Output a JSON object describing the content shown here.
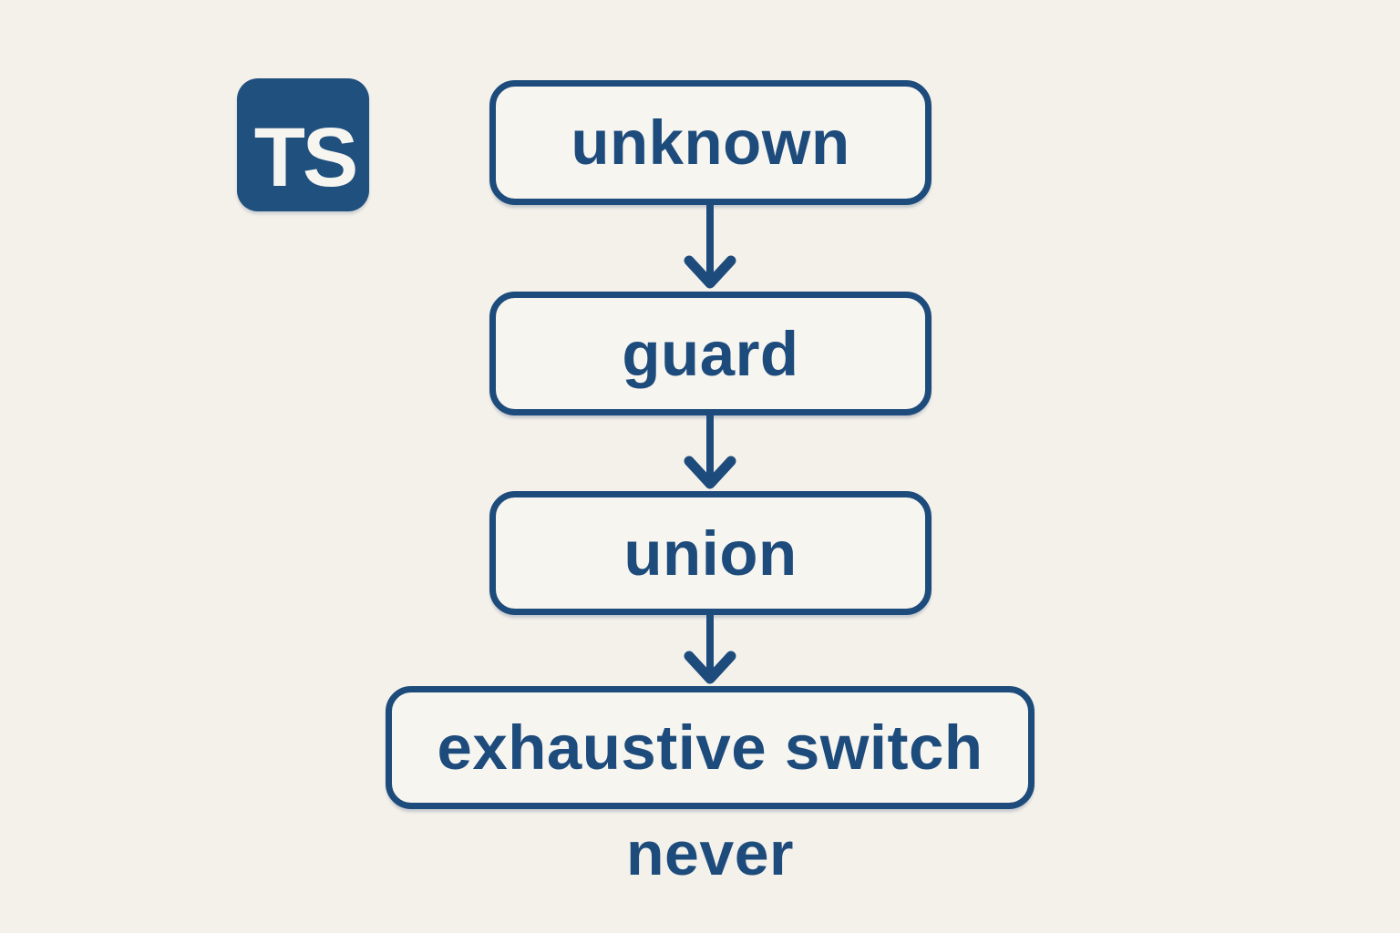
{
  "logo": {
    "text": "TS",
    "name": "TypeScript"
  },
  "flow": {
    "nodes": [
      {
        "id": "unknown",
        "label": "unknown"
      },
      {
        "id": "guard",
        "label": "guard"
      },
      {
        "id": "union",
        "label": "union"
      },
      {
        "id": "exhaustive-switch",
        "label": "exhaustive switch"
      }
    ],
    "edges": [
      {
        "from": "unknown",
        "to": "guard"
      },
      {
        "from": "guard",
        "to": "union"
      },
      {
        "from": "union",
        "to": "exhaustive-switch"
      }
    ],
    "result_label": "never"
  },
  "colors": {
    "ink": "#1d4b7b",
    "logo_blue": "#20507e",
    "background": "#f4f1eb",
    "box_fill": "#f7f5f0",
    "logo_text": "#f7f5f0"
  }
}
